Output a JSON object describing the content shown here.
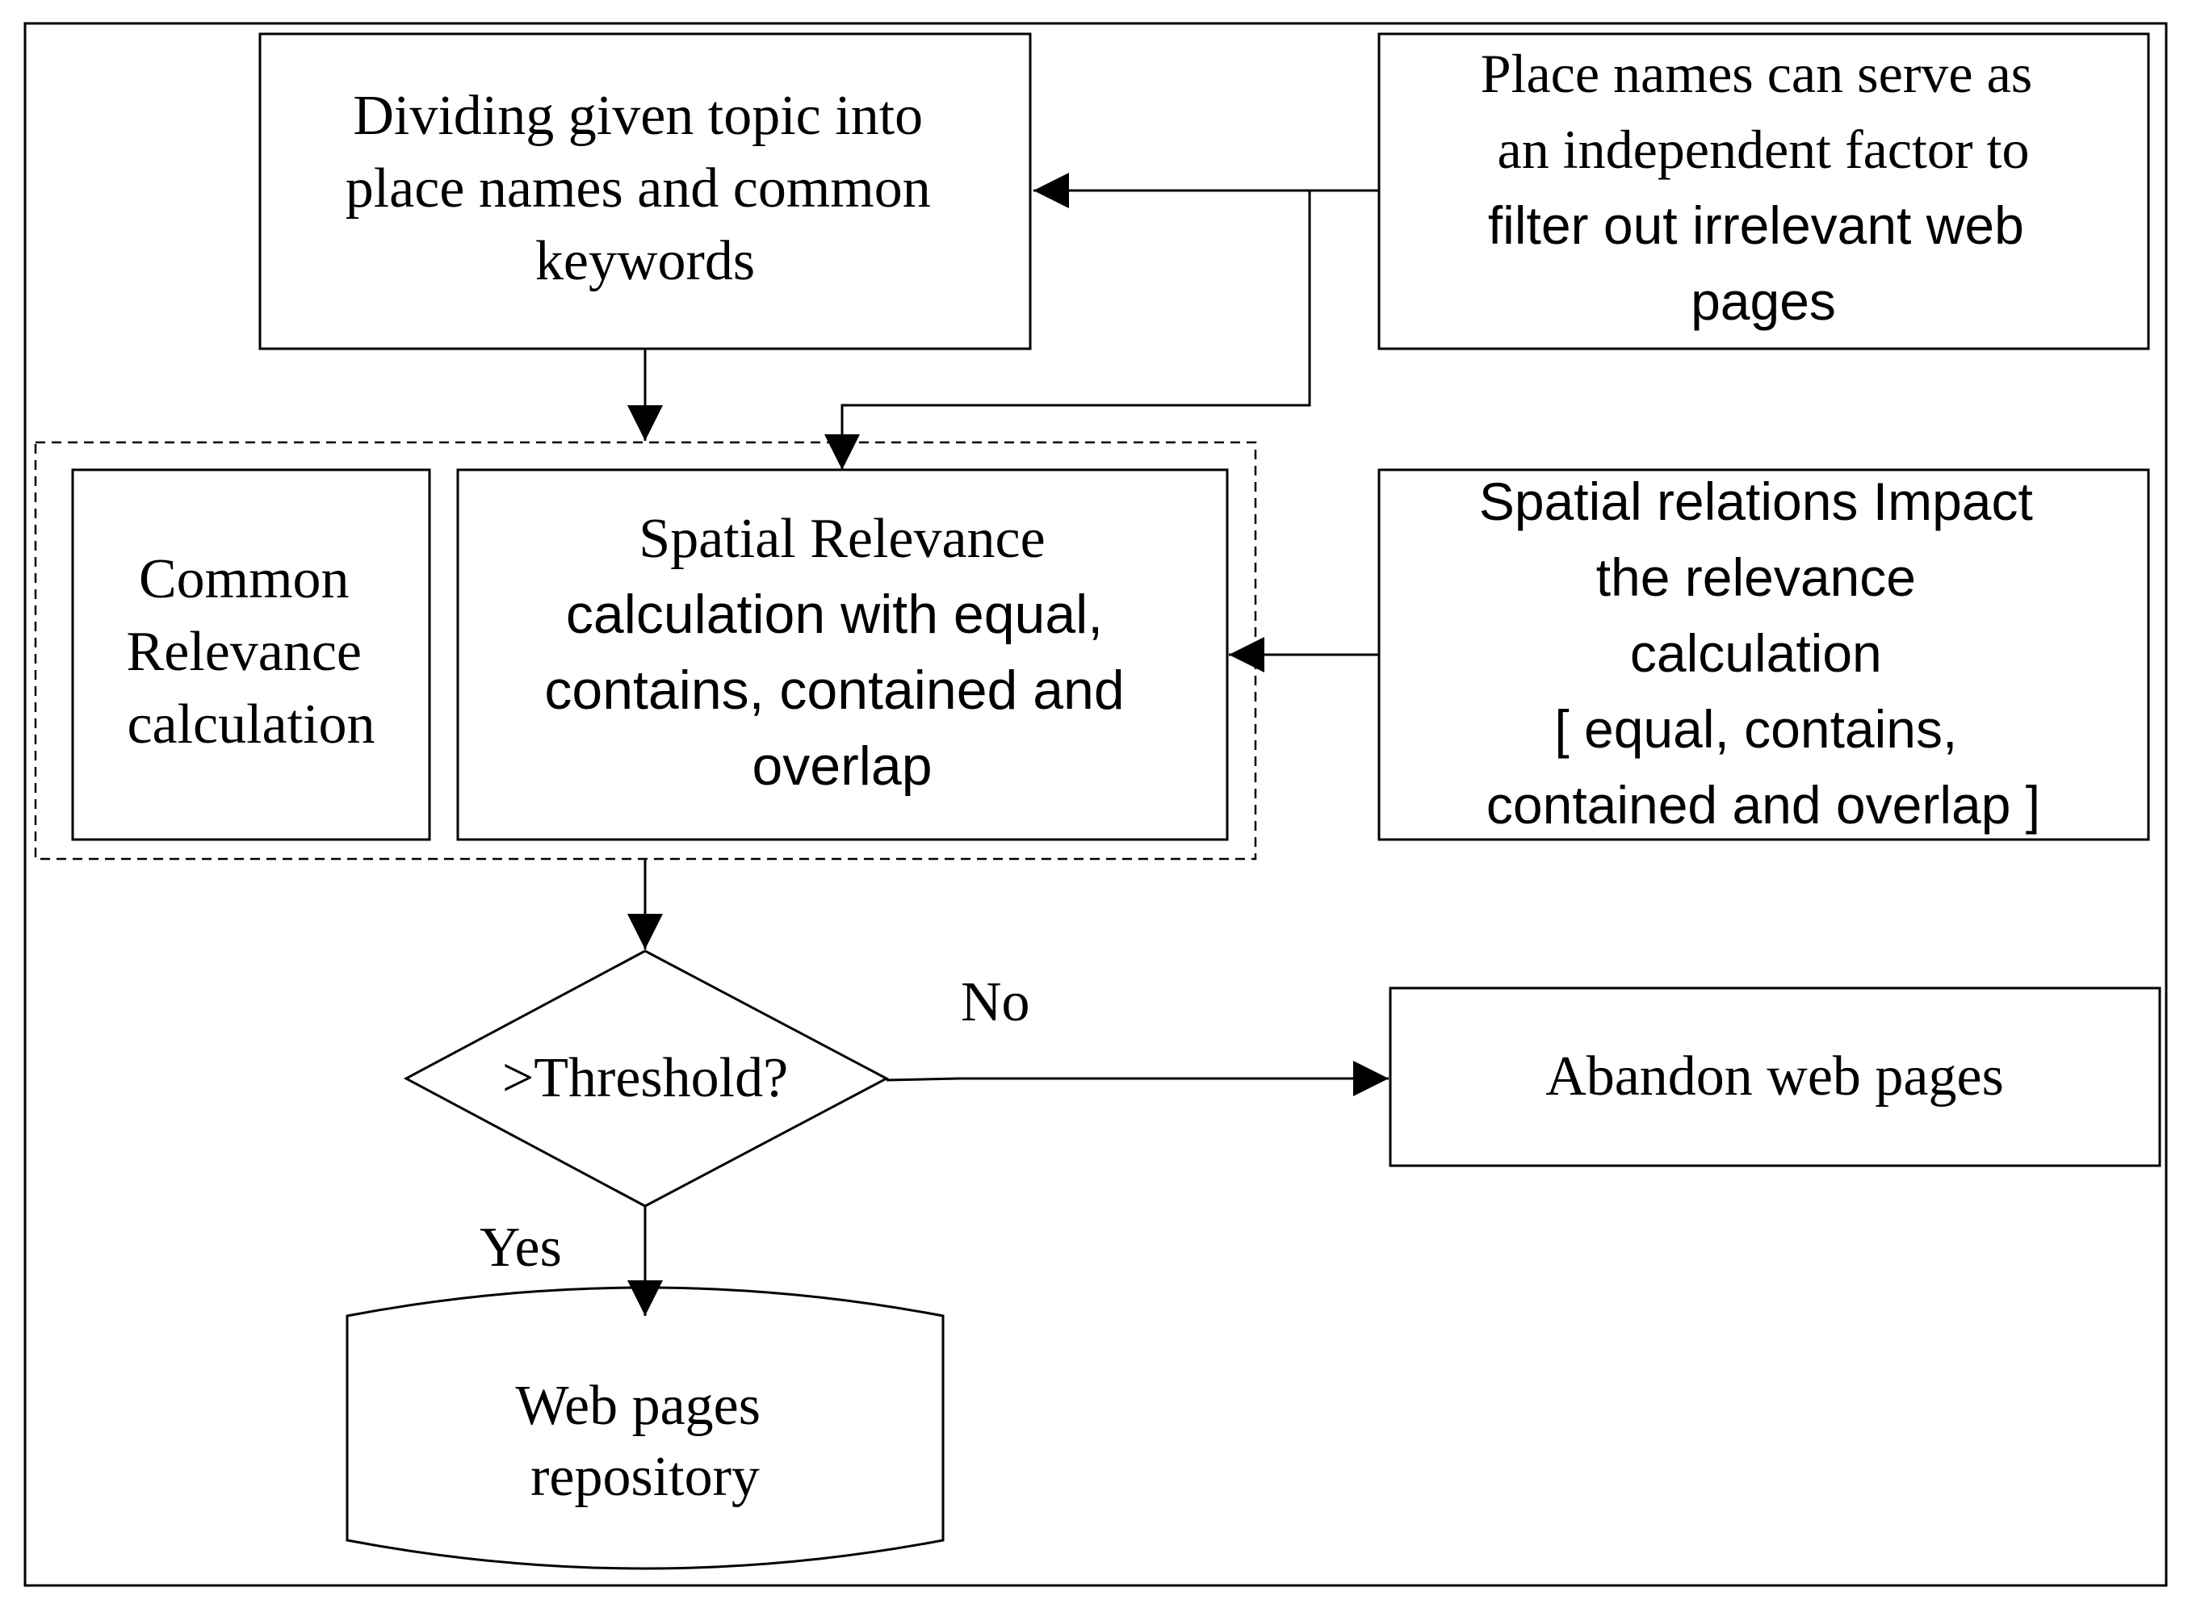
{
  "nodes": {
    "split_topic": {
      "lines": [
        "Dividing given topic into",
        "place names and common",
        "keywords"
      ]
    },
    "place_names_factor": {
      "lines": [
        "Place names can serve as",
        "an independent factor to",
        "filter out irrelevant web",
        "pages"
      ]
    },
    "common_relevance": {
      "lines": [
        "Common",
        "Relevance",
        "calculation"
      ]
    },
    "spatial_relevance": {
      "lines": [
        "Spatial Relevance",
        "calculation with equal,",
        "contains, contained and",
        "overlap"
      ]
    },
    "spatial_relations": {
      "lines": [
        "Spatial relations Impact",
        "the relevance",
        "calculation",
        "[ equal, contains,",
        "contained and overlap ]"
      ]
    },
    "threshold": {
      "label": ">Threshold?"
    },
    "abandon": {
      "label": "Abandon web pages"
    },
    "repository": {
      "lines": [
        "Web pages",
        "repository"
      ]
    }
  },
  "edges": {
    "no_label": "No",
    "yes_label": "Yes"
  }
}
